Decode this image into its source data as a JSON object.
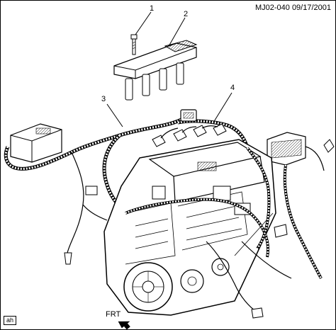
{
  "reference": "MJ02-040  09/17/2001",
  "corner_tag": "ah",
  "direction_label": "FRT",
  "callouts": [
    {
      "id": "1",
      "text": "1"
    },
    {
      "id": "2",
      "text": "2"
    },
    {
      "id": "3",
      "text": "3"
    },
    {
      "id": "4",
      "text": "4"
    }
  ],
  "parts": [
    {
      "callout": "1",
      "icon": "bolt-icon"
    },
    {
      "callout": "2",
      "icon": "ignition-coil-module-icon"
    },
    {
      "callout": "3",
      "icon": "wiring-harness-icon"
    },
    {
      "callout": "4",
      "icon": "wiring-harness-icon"
    }
  ]
}
